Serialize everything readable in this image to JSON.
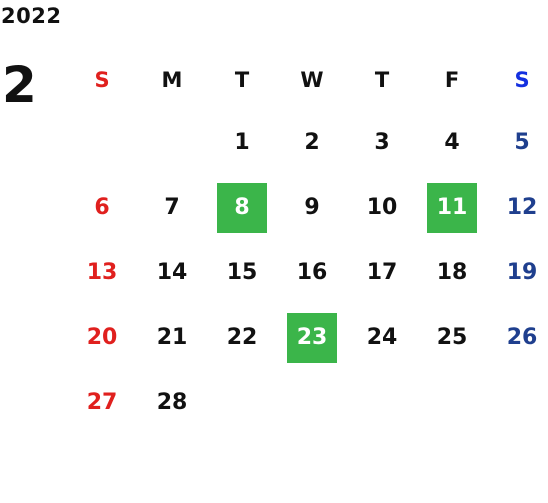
{
  "calendar": {
    "year": "2022",
    "month": "2",
    "weekday_headers": [
      "S",
      "M",
      "T",
      "W",
      "T",
      "F",
      "S"
    ],
    "weeks": [
      [
        "",
        "",
        "1",
        "2",
        "3",
        "4",
        "5"
      ],
      [
        "6",
        "7",
        "8",
        "9",
        "10",
        "11",
        "12"
      ],
      [
        "13",
        "14",
        "15",
        "16",
        "17",
        "18",
        "19"
      ],
      [
        "20",
        "21",
        "22",
        "23",
        "24",
        "25",
        "26"
      ],
      [
        "27",
        "28",
        "",
        "",
        "",
        "",
        ""
      ]
    ],
    "highlighted_days": [
      "8",
      "11",
      "23"
    ],
    "colors": {
      "sunday": "#e0201e",
      "saturday_header": "#1430e0",
      "saturday": "#1f3f8e",
      "highlight": "#3bb54a",
      "text": "#111111"
    }
  }
}
